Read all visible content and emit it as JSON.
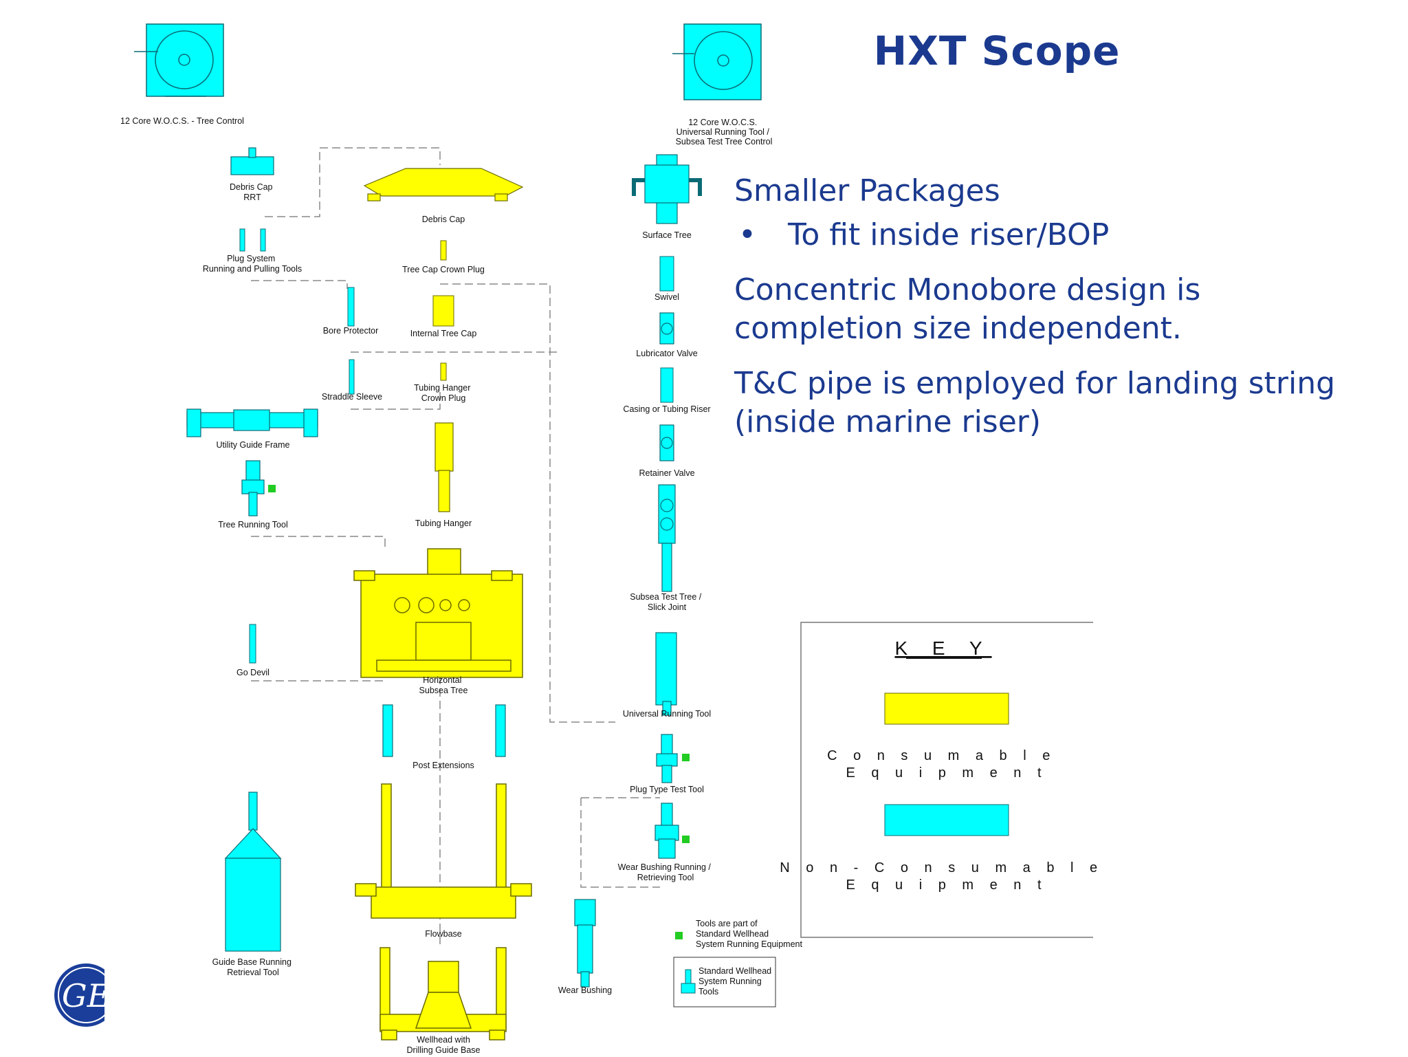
{
  "title": "HXT Scope",
  "bullets": {
    "heading1": "Smaller Packages",
    "sub_bullet": "To fit inside riser/BOP",
    "bullet_symbol": "•",
    "para2_line1": "Concentric Monobore design is",
    "para2_line2": "completion size independent.",
    "para3_line1": "T&C pipe is employed for landing string",
    "para3_line2": "(inside marine riser)"
  },
  "labels": {
    "wocs_tree": "12 Core W.O.C.S. - Tree Control",
    "wocs_urt_1": "12 Core W.O.C.S.",
    "wocs_urt_2": "Universal Running Tool /",
    "wocs_urt_3": "Subsea Test Tree Control",
    "debris_rrt_1": "Debris Cap",
    "debris_rrt_2": "RRT",
    "debris_cap": "Debris Cap",
    "plug_system_1": "Plug System",
    "plug_system_2": "Running and Pulling Tools",
    "tree_cap_crown_plug": "Tree Cap Crown Plug",
    "bore_protector": "Bore Protector",
    "internal_tree_cap": "Internal Tree Cap",
    "straddle_sleeve": "Straddle Sleeve",
    "tubing_crown_1": "Tubing Hanger",
    "tubing_crown_2": "Crown Plug",
    "utility_guide_frame": "Utility Guide Frame",
    "tree_running_tool": "Tree Running Tool",
    "tubing_hanger": "Tubing Hanger",
    "go_devil": "Go Devil",
    "hst_1": "Horizontal",
    "hst_2": "Subsea Tree",
    "post_extensions": "Post Extensions",
    "flowbase": "Flowbase",
    "gbrrt_1": "Guide Base Running",
    "gbrrt_2": "Retrieval Tool",
    "wellhead_1": "Wellhead with",
    "wellhead_2": "Drilling Guide Base",
    "surface_tree": "Surface Tree",
    "swivel": "Swivel",
    "lubricator_valve": "Lubricator Valve",
    "casing_riser": "Casing or Tubing Riser",
    "retainer_valve": "Retainer Valve",
    "sstt_1": "Subsea Test Tree /",
    "sstt_2": "Slick Joint",
    "urt": "Universal Running Tool",
    "plug_test_tool": "Plug Type Test Tool",
    "wbrrt_1": "Wear Bushing Running /",
    "wbrrt_2": "Retrieving Tool",
    "wear_bushing": "Wear Bushing",
    "note1_1": "Tools are part of",
    "note1_2": "Standard Wellhead",
    "note1_3": "System Running Equipment",
    "note2_1": "Standard Wellhead",
    "note2_2": "System Running",
    "note2_3": "Tools"
  },
  "key": {
    "title": "K E Y",
    "consumable_1": "C o n s u m a b l e",
    "consumable_2": "E q u i p m e n t",
    "nonconsumable_1": "N o n  - C o n s u m a b l e",
    "nonconsumable_2": "E q u i p m e n t"
  },
  "logo_text": "GE",
  "colors": {
    "consumable": "#ffff00",
    "non_consumable": "#00ffff",
    "standard_tool_marker": "#22cc22",
    "title_blue": "#1b3a8f",
    "logo_blue": "#1a3e9a"
  }
}
